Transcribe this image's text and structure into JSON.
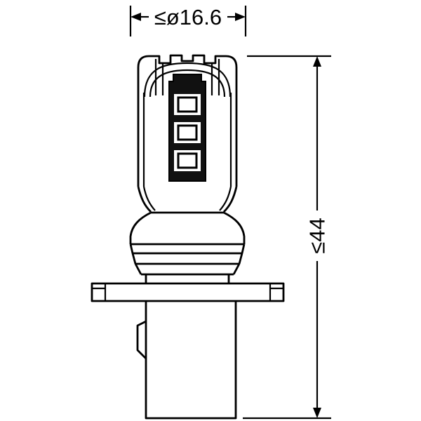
{
  "diagram": {
    "kind": "technical-dimension-drawing",
    "dimensions": {
      "diameter_label": "≤ø16.6",
      "height_label": "≤44"
    },
    "led_chip_count": 3,
    "colors": {
      "line": "#000000",
      "background": "#ffffff",
      "led_module_fill": "#111111",
      "led_chip_fill": "#ffffff"
    },
    "parts": [
      "heat-sink-cap",
      "led-module",
      "bulb-body",
      "flare-collar",
      "focus-rings",
      "mounting-flange",
      "connector-housing",
      "connector-latch"
    ]
  }
}
